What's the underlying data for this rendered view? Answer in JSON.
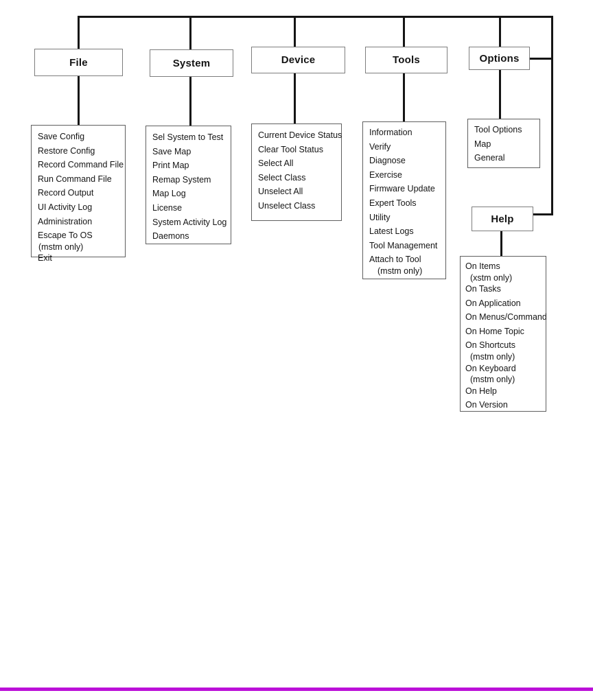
{
  "colors": {
    "connector": "#151515",
    "bottom_rule": "#BB10D8"
  },
  "menus": {
    "file": {
      "label": "File",
      "items": [
        {
          "label": "Save Config"
        },
        {
          "label": "Restore Config"
        },
        {
          "label": "Record Command File"
        },
        {
          "label": "Run Command File"
        },
        {
          "label": "Record Output"
        },
        {
          "label": "UI Activity Log"
        },
        {
          "label": "Administration"
        },
        {
          "label": "Escape To OS",
          "note": "(mstm only)"
        },
        {
          "label": "Exit"
        }
      ]
    },
    "system": {
      "label": "System",
      "items": [
        {
          "label": "Sel System to Test"
        },
        {
          "label": "Save Map"
        },
        {
          "label": "Print Map"
        },
        {
          "label": "Remap System"
        },
        {
          "label": "Map Log"
        },
        {
          "label": "License"
        },
        {
          "label": "System Activity Log"
        },
        {
          "label": "Daemons"
        }
      ]
    },
    "device": {
      "label": "Device",
      "items": [
        {
          "label": "Current Device Status"
        },
        {
          "label": "Clear Tool Status"
        },
        {
          "label": "Select All"
        },
        {
          "label": "Select Class"
        },
        {
          "label": "Unselect All"
        },
        {
          "label": "Unselect Class"
        }
      ]
    },
    "tools": {
      "label": "Tools",
      "items": [
        {
          "label": "Information"
        },
        {
          "label": "Verify"
        },
        {
          "label": "Diagnose"
        },
        {
          "label": "Exercise"
        },
        {
          "label": "Firmware Update"
        },
        {
          "label": "Expert Tools"
        },
        {
          "label": "Utility"
        },
        {
          "label": "Latest Logs"
        },
        {
          "label": "Tool Management"
        },
        {
          "label": "Attach to Tool",
          "note": "(mstm only)"
        }
      ]
    },
    "options": {
      "label": "Options",
      "items": [
        {
          "label": "Tool Options"
        },
        {
          "label": "Map"
        },
        {
          "label": "General"
        }
      ]
    },
    "help": {
      "label": "Help",
      "items": [
        {
          "label": "On Items",
          "note": "(xstm only)"
        },
        {
          "label": "On Tasks"
        },
        {
          "label": "On Application"
        },
        {
          "label": "On Menus/Command"
        },
        {
          "label": "On Home Topic"
        },
        {
          "label": "On Shortcuts",
          "note": "(mstm only)"
        },
        {
          "label": "On Keyboard",
          "note": "(mstm only)"
        },
        {
          "label": "On Help"
        },
        {
          "label": "On Version"
        }
      ]
    }
  }
}
